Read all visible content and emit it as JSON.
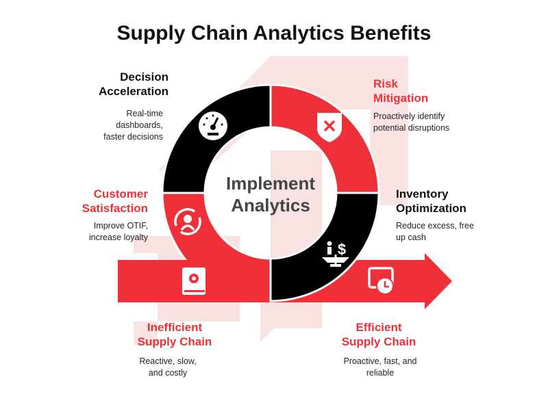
{
  "title": "Supply Chain Analytics Benefits",
  "center": {
    "line1": "Implement",
    "line2": "Analytics"
  },
  "colors": {
    "red": "#ef3038",
    "black": "#000000",
    "pink": "#f8d9d9"
  },
  "benefits": [
    {
      "title1": "Decision",
      "title2": "Acceleration",
      "desc": [
        "Real-time",
        "dashboards,",
        "faster decisions"
      ],
      "icon": "speedometer-icon"
    },
    {
      "title1": "Risk",
      "title2": "Mitigation",
      "desc": [
        "Proactively identify",
        "potential disruptions"
      ],
      "icon": "shield-x-icon"
    },
    {
      "title1": "Customer",
      "title2": "Satisfaction",
      "desc": [
        "Improve OTIF,",
        "increase loyalty"
      ],
      "icon": "customer-cycle-icon"
    },
    {
      "title1": "Inventory",
      "title2": "Optimization",
      "desc": [
        "Reduce excess, free",
        "up cash"
      ],
      "icon": "scale-dollar-icon"
    }
  ],
  "start": {
    "title1": "Inefficient",
    "title2": "Supply Chain",
    "desc": [
      "Reactive, slow,",
      "and costly"
    ],
    "icon": "book-gear-icon"
  },
  "end": {
    "title1": "Efficient",
    "title2": "Supply Chain",
    "desc": [
      "Proactive, fast, and",
      "reliable"
    ],
    "icon": "calendar-clock-icon"
  }
}
